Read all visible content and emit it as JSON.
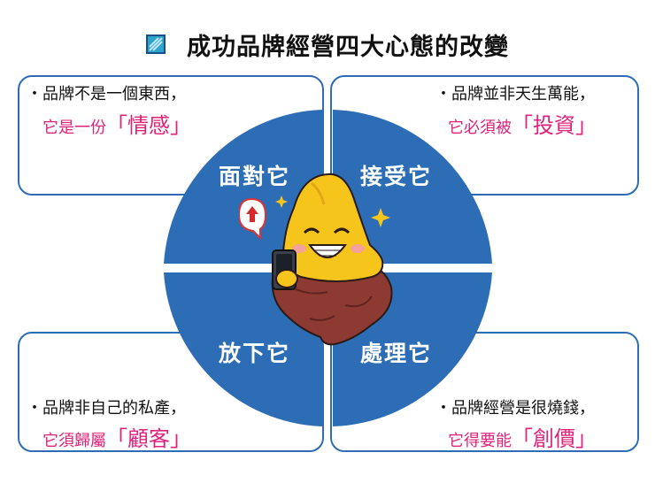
{
  "header": {
    "title": "成功品牌經營四大心態的改變",
    "icon": "blue-square-icon"
  },
  "quadrants": {
    "top_left": {
      "label": "面對它",
      "line1": "・品牌不是一個東西，",
      "line2_prefix": "它是一份",
      "line2_key": "「情感」"
    },
    "top_right": {
      "label": "接受它",
      "line1": "・品牌並非天生萬能，",
      "line2_prefix": "它必須被",
      "line2_key": "「投資」"
    },
    "bottom_left": {
      "label": "放下它",
      "line1": "・品牌非自己的私產，",
      "line2_prefix": "它須歸屬",
      "line2_key": "「顧客」"
    },
    "bottom_right": {
      "label": "處理它",
      "line1": "・品牌經營是很燒錢，",
      "line2_prefix": "它得要能",
      "line2_key": "「創價」"
    }
  },
  "colors": {
    "circle_blue": "#2d6db5",
    "border_blue": "#2e6db4",
    "highlight_pink": "#e0227a",
    "mascot_yellow": "#f6c51b",
    "rock_red": "#8c3a32"
  },
  "mascot": {
    "icon": "happy-mascot-with-phone-icon",
    "badge_icon": "up-arrow-icon"
  }
}
